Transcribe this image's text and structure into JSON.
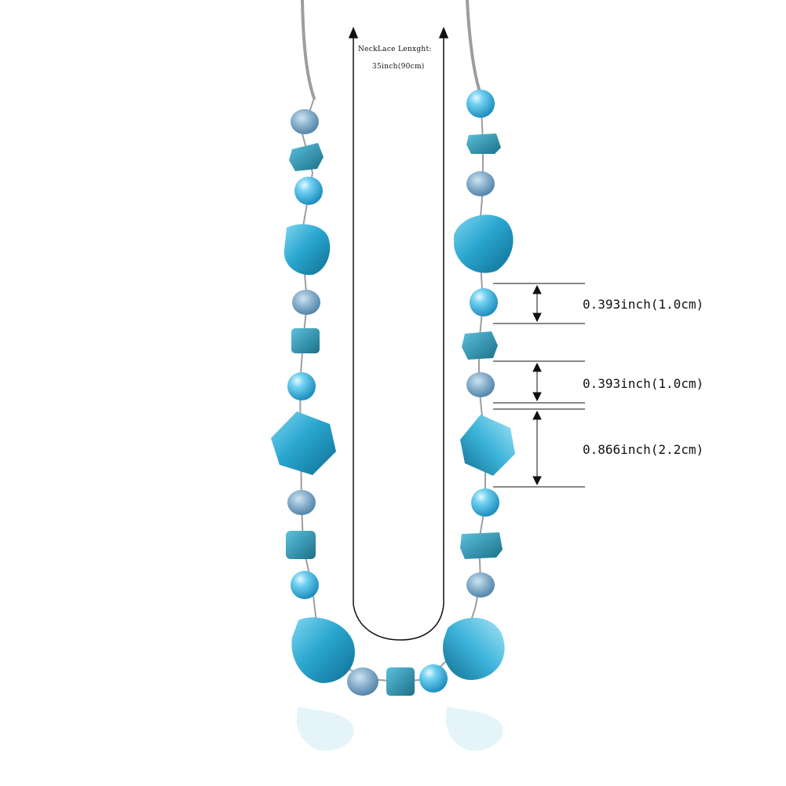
{
  "photo": {
    "subject": "necklace-photo",
    "colors": {
      "background": "#ffffff",
      "chain": "#9a9ea3",
      "pearl": "#3fb5dd",
      "crystal": "#7fa7c2",
      "shell": "#2aa6cf",
      "shell_dark": "#0e6f93",
      "line": "#111111"
    }
  },
  "annotations": {
    "necklace_length": {
      "line1": "NeckLace Lenxght:",
      "line2": "35inch(90cm)"
    },
    "dimensions": [
      {
        "text": "0.393inch(1.0cm)"
      },
      {
        "text": "0.393inch(1.0cm)"
      },
      {
        "text": "0.866inch(2.2cm)"
      }
    ]
  }
}
